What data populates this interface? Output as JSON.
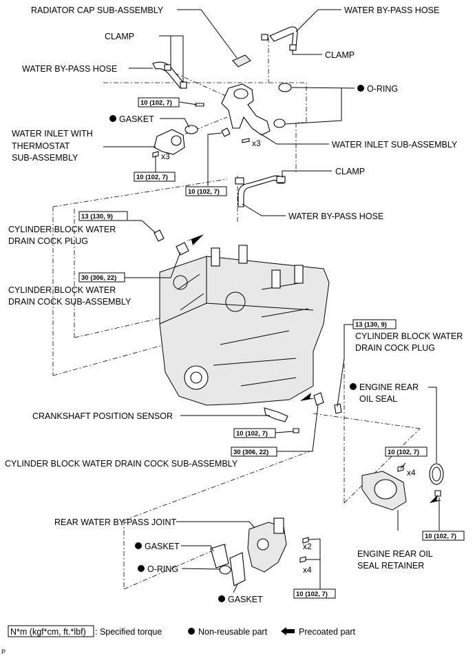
{
  "labels": {
    "radiator_cap": "RADIATOR CAP SUB-ASSEMBLY",
    "water_bypass_hose_top": "WATER BY-PASS HOSE",
    "clamp_top_left": "CLAMP",
    "clamp_top_right": "CLAMP",
    "water_bypass_hose_left": "WATER BY-PASS HOSE",
    "o_ring_top": "O-RING",
    "gasket_top": "GASKET",
    "water_inlet_thermostat_1": "WATER INLET WITH",
    "water_inlet_thermostat_2": "THERMOSTAT",
    "water_inlet_thermostat_3": "SUB-ASSEMBLY",
    "water_inlet_sub": "WATER INLET SUB-ASSEMBLY",
    "clamp_mid": "CLAMP",
    "water_bypass_hose_mid": "WATER BY-PASS HOSE",
    "drain_plug_left_1": "CYLINDER BLOCK WATER",
    "drain_plug_left_2": "DRAIN COCK PLUG",
    "drain_sub_left_1": "CYLINDER BLOCK WATER",
    "drain_sub_left_2": "DRAIN COCK SUB-ASSEMBLY",
    "drain_plug_right_1": "CYLINDER BLOCK WATER",
    "drain_plug_right_2": "DRAIN COCK PLUG",
    "rear_oil_seal_1": "ENGINE REAR",
    "rear_oil_seal_2": "OIL SEAL",
    "crank_sensor": "CRANKSHAFT POSITION SENSOR",
    "drain_sub_bottom": "CYLINDER BLOCK WATER DRAIN COCK SUB-ASSEMBLY",
    "rear_bypass_joint": "REAR WATER BY-PASS JOINT",
    "gasket_bottom_left": "GASKET",
    "o_ring_bottom": "O-RING",
    "gasket_bottom": "GASKET",
    "retainer_1": "ENGINE REAR OIL",
    "retainer_2": "SEAL RETAINER"
  },
  "torques": {
    "t1": "10 (102, 7)",
    "t2": "10 (102, 7)",
    "t3": "10 (102, 7)",
    "t4": "13 (130, 9)",
    "t5": "30 (306, 22)",
    "t6": "13 (130, 9)",
    "t7": "10 (102, 7)",
    "t8": "30 (306, 22)",
    "t9": "10 (102, 7)",
    "t10": "10 (102, 7)",
    "t11": "10 (102, 7)"
  },
  "counts": {
    "x3_a": "x3",
    "x3_b": "x3",
    "x4_a": "x4",
    "x2": "x2",
    "x4_b": "x4"
  },
  "legend": {
    "torque_unit": "N*m (kgf*cm, ft.*lbf)",
    "torque_desc": ": Specified torque",
    "non_reusable": "Non-reusable part",
    "precoated": "Precoated part"
  },
  "corner_mark": "P"
}
